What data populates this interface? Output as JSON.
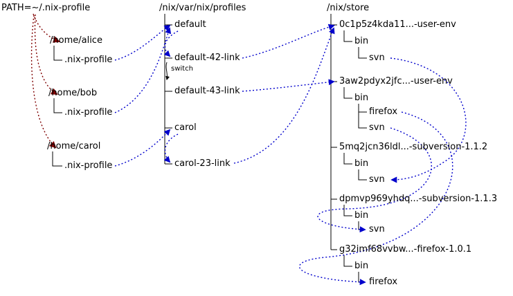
{
  "diagram": {
    "path_label": "PATH=~/.nix-profile",
    "switch_label": "switch",
    "colors": {
      "symlink_arrow": "#0000cc",
      "path_arrow": "#7f0000",
      "tree_line": "#000000"
    },
    "homes": {
      "users": [
        {
          "home": "/home/alice",
          "profile": ".nix-profile"
        },
        {
          "home": "/home/bob",
          "profile": ".nix-profile"
        },
        {
          "home": "/home/carol",
          "profile": ".nix-profile"
        }
      ]
    },
    "profiles": {
      "root": "/nix/var/nix/profiles",
      "entries": [
        "default",
        "default-42-link",
        "default-43-link",
        "carol",
        "carol-23-link"
      ]
    },
    "store": {
      "root": "/nix/store",
      "entries": [
        {
          "name": "0c1p5z4kda11...-user-env",
          "bin": "bin",
          "children": [
            "svn"
          ]
        },
        {
          "name": "3aw2pdyx2jfc...-user-env",
          "bin": "bin",
          "children": [
            "firefox",
            "svn"
          ]
        },
        {
          "name": "5mq2jcn36ldl...-subversion-1.1.2",
          "bin": "bin",
          "children": [
            "svn"
          ]
        },
        {
          "name": "dpmvp969yhdq...-subversion-1.1.3",
          "bin": "bin",
          "children": [
            "svn"
          ]
        },
        {
          "name": "g32imf68vvbw...-firefox-1.0.1",
          "bin": "bin",
          "children": [
            "firefox"
          ]
        }
      ]
    }
  }
}
